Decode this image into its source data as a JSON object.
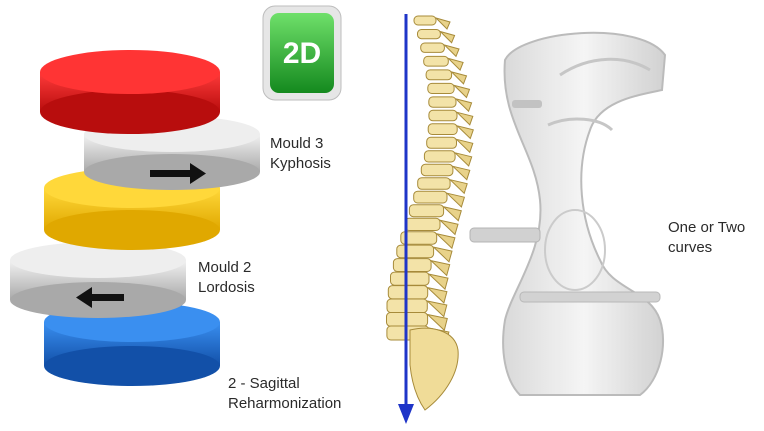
{
  "badge": {
    "text": "2D",
    "color": "#2fae3a"
  },
  "labels": {
    "mould3": [
      "Mould 3",
      "Kyphosis"
    ],
    "mould2": [
      "Mould 2",
      "Lordosis"
    ],
    "sagittal": [
      "2 - Sagittal",
      "Reharmonization"
    ],
    "curves": [
      "One or Two",
      "curves"
    ]
  },
  "colors": {
    "red_disc": "#e01818",
    "yellow_disc": "#f5c400",
    "blue_disc": "#1a6fd0",
    "grey_disc": "#d8d8d8",
    "axis_line": "#1f35c8",
    "vertebra": "#f3e3a8"
  },
  "icons": [
    "right-arrow-icon",
    "left-arrow-icon",
    "down-arrow-icon"
  ]
}
